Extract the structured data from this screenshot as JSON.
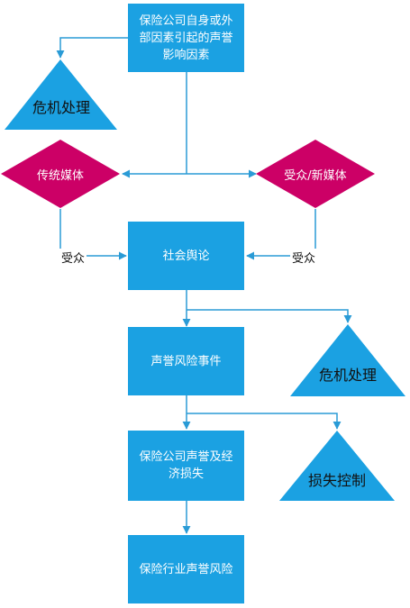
{
  "colors": {
    "box": "#1ba1e2",
    "triangle": "#1ba1e2",
    "diamond": "#cc0066",
    "line": "#2a9bd6",
    "text_on_box": "#ffffff",
    "text_on_triangle": "#111111"
  },
  "nodes": {
    "top": {
      "lines": [
        "保险公司自身或外",
        "部因素引起的声誉",
        "影响因素"
      ]
    },
    "crisis_top": {
      "label": "危机处理"
    },
    "traditional_media": {
      "label": "传统媒体"
    },
    "new_media": {
      "label": "受众/新媒体"
    },
    "public_opinion": {
      "label": "社会舆论"
    },
    "reputation_event": {
      "label": "声誉风险事件"
    },
    "crisis_mid": {
      "label": "危机处理"
    },
    "insurer_loss": {
      "lines": [
        "保险公司声誉及经",
        "济损失"
      ]
    },
    "loss_control": {
      "label": "损失控制"
    },
    "industry_risk": {
      "label": "保险行业声誉风险"
    }
  },
  "edge_labels": {
    "left_audience": "受众",
    "right_audience": "受众"
  }
}
